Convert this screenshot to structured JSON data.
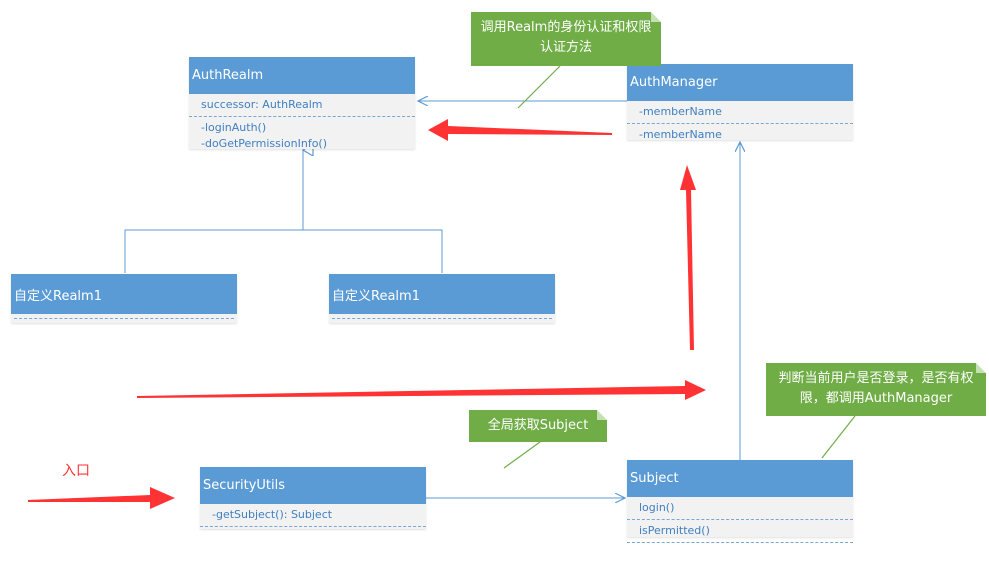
{
  "classes": {
    "auth_realm": {
      "name": "AuthRealm",
      "attributes": [
        "successor: AuthRealm"
      ],
      "methods": [
        "-loginAuth()",
        "-doGetPermissionInfo()"
      ]
    },
    "auth_manager": {
      "name": "AuthManager",
      "attributes": [
        "-memberName"
      ],
      "methods": [
        "-memberName"
      ]
    },
    "custom_realm_1": {
      "name": "自定义Realm1"
    },
    "custom_realm_2": {
      "name": "自定义Realm1"
    },
    "security_utils": {
      "name": "SecurityUtils",
      "methods": [
        "-getSubject(): Subject"
      ]
    },
    "subject": {
      "name": "Subject",
      "attributes": [
        "login()"
      ],
      "methods": [
        "isPermitted()"
      ]
    }
  },
  "notes": {
    "realm_auth_note": "调用Realm的身份认证和权限认证方法",
    "global_subject_note": "全局获取Subject",
    "check_login_note": "判断当前用户是否登录，是否有权限，都调用AuthManager"
  },
  "labels": {
    "entry": "入口"
  },
  "colors": {
    "class_header": "#5b9bd5",
    "class_body": "#f2f2f2",
    "note": "#70ad47",
    "arrow_red": "#ff3333",
    "connector": "#5b9bd5"
  }
}
